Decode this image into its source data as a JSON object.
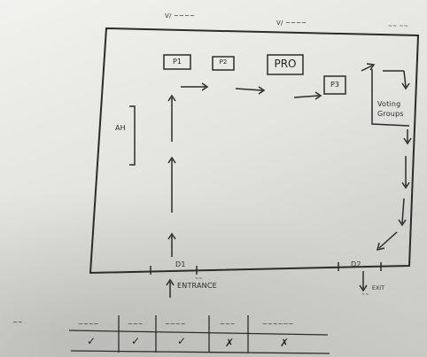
{
  "header": {
    "left_note": "V/ ~~~~",
    "right_note": "V/ ~~~~",
    "corner_note": "~~ ~~"
  },
  "rooms": {
    "p1": "P1",
    "p2": "P2",
    "pro": "PRO",
    "p3": "P3"
  },
  "labels": {
    "voting_group": "Voting Groups",
    "side_note": "AH",
    "d1": "D1",
    "d2": "D2",
    "entrance": "ENTRANCE",
    "exit": "EXIT",
    "small_left": "~~",
    "small_right": "~~"
  },
  "table": {
    "row_label": "~~",
    "headers": [
      "~~~~",
      "~~~",
      "~~~~",
      "~~~",
      "~~~~~~"
    ],
    "marks": [
      "✓",
      "✓",
      "✓",
      "✗",
      "✗"
    ]
  }
}
